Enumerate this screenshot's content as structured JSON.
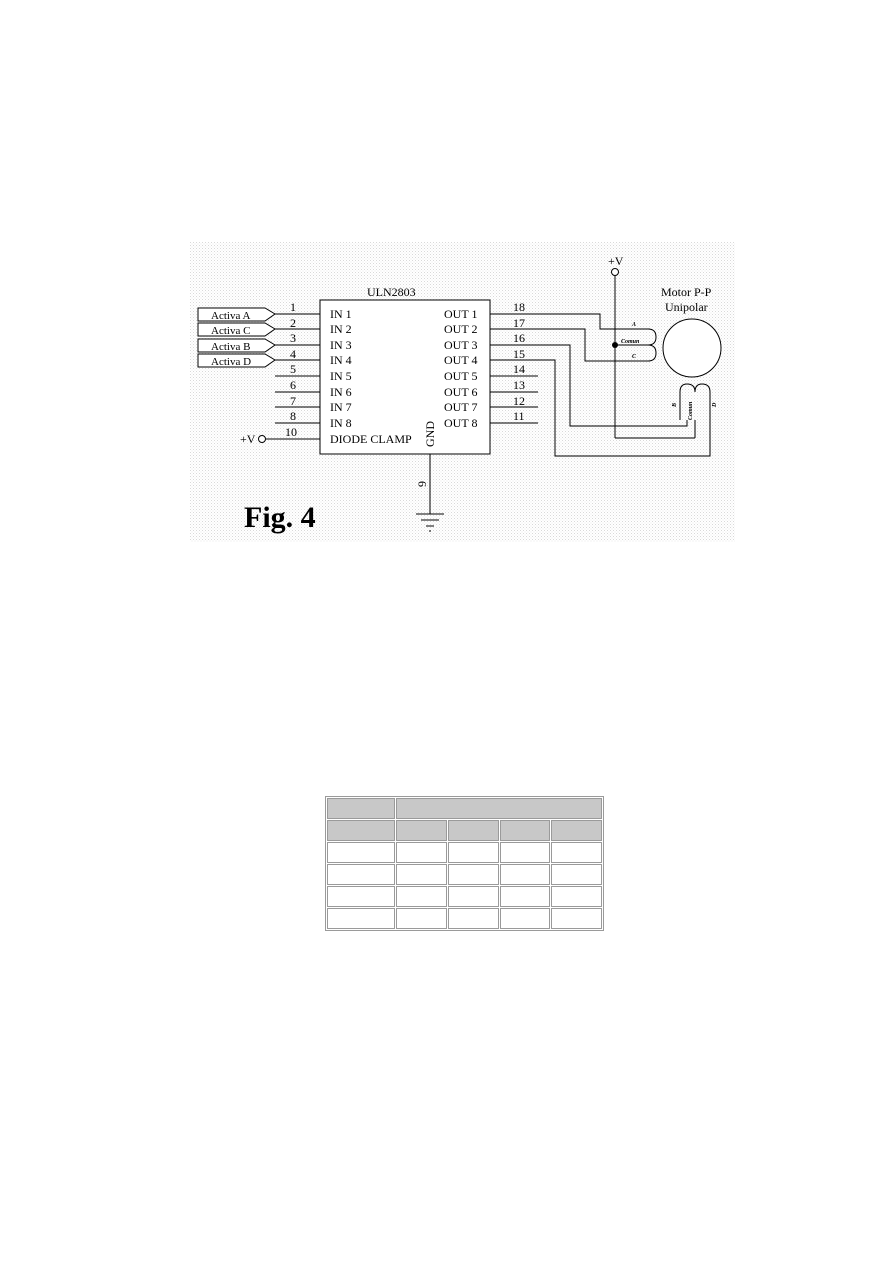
{
  "figure": {
    "caption": "Fig. 4",
    "chip": {
      "name": "ULN2803",
      "inputs": [
        "IN 1",
        "IN 2",
        "IN 3",
        "IN 4",
        "IN 5",
        "IN 6",
        "IN 7",
        "IN 8"
      ],
      "input_pins": [
        "1",
        "2",
        "3",
        "4",
        "5",
        "6",
        "7",
        "8"
      ],
      "outputs": [
        "OUT 1",
        "OUT 2",
        "OUT 3",
        "OUT 4",
        "OUT 5",
        "OUT 6",
        "OUT 7",
        "OUT 8"
      ],
      "output_pins": [
        "18",
        "17",
        "16",
        "15",
        "14",
        "13",
        "12",
        "11"
      ],
      "diode_clamp_label": "DIODE CLAMP",
      "diode_clamp_pin": "10",
      "gnd_label": "GND",
      "gnd_pin": "9"
    },
    "signals": [
      "Activa A",
      "Activa C",
      "Activa B",
      "Activa D"
    ],
    "supply_label": "+V",
    "clamp_supply_label": "+V",
    "motor": {
      "title_line1": "Motor P-P",
      "title_line2": "Unipolar",
      "coil1_labels": [
        "A",
        "Comun",
        "C"
      ],
      "coil2_labels": [
        "B",
        "Comun",
        "D"
      ]
    }
  },
  "table": {
    "rows": 6,
    "cols": 5
  }
}
